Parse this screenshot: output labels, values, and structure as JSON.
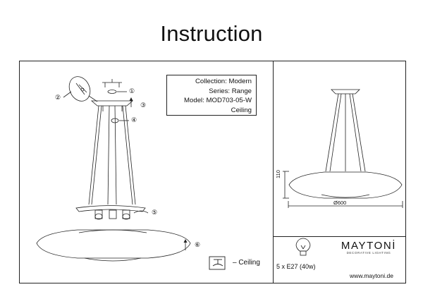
{
  "header": {
    "title": "Instruction"
  },
  "info": {
    "collection": "Collection: Modern",
    "series": "Series: Range",
    "model": "Model: MOD703-05-W",
    "type": "Ceiling"
  },
  "steps": [
    "①",
    "②",
    "③",
    "④",
    "⑤",
    "⑥"
  ],
  "legend": {
    "ceiling_label": "– Ceiling"
  },
  "dimensions": {
    "height": "110",
    "diameter": "Ø600"
  },
  "lamp": {
    "spec": "5 x E27 (40w)"
  },
  "brand": {
    "name": "MAYTONİ",
    "tagline": "DECORATIVE LIGHTING",
    "url": "www.maytoni.de"
  }
}
